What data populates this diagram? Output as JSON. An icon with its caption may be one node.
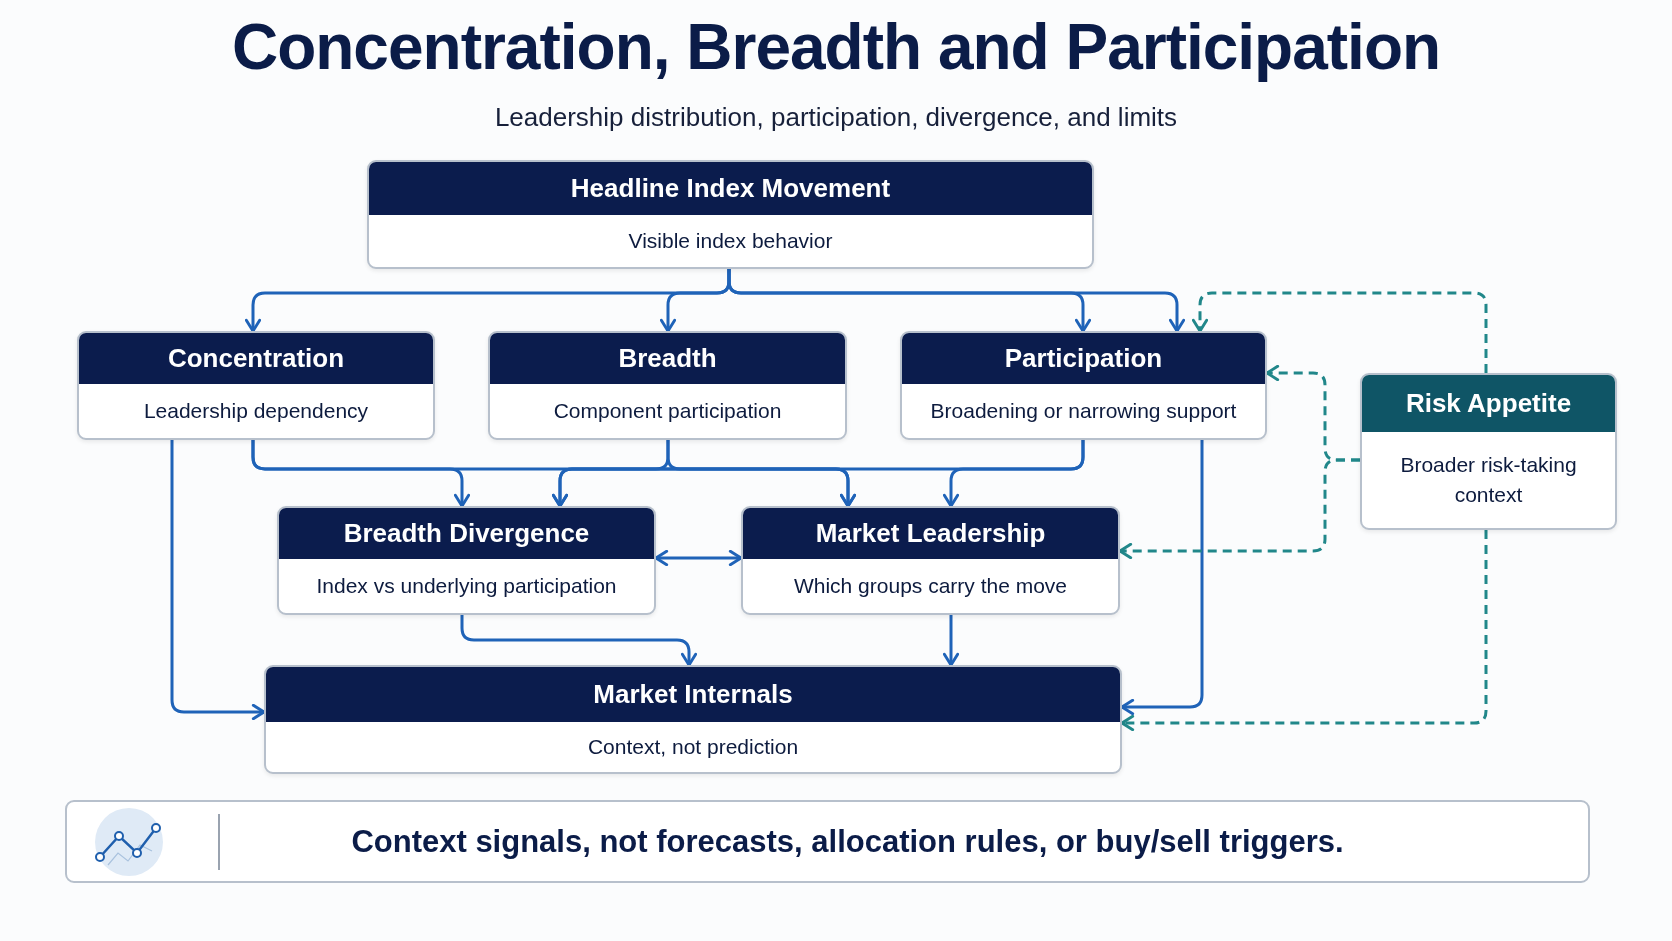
{
  "diagram": {
    "title": "Concentration, Breadth and Participation",
    "caption": "Leadership distribution, participation, divergence, and limits",
    "nodes": [
      {
        "text": [
          "Headline Index Movement",
          "Visible index behavior"
        ]
      },
      {
        "text": [
          "Concentration",
          "Leadership dependency"
        ]
      },
      {
        "text": [
          "Breadth",
          "Component participation"
        ]
      },
      {
        "text": [
          "Participation",
          "Broadening or narrowing support"
        ]
      },
      {
        "text": [
          "Risk Appetite",
          "Broader risk-taking context"
        ]
      },
      {
        "text": [
          "Breadth Divergence",
          "Index vs underlying participation"
        ]
      },
      {
        "text": [
          "Market Leadership",
          "Which groups carry the move"
        ]
      },
      {
        "text": [
          "Market Internals",
          "Context, not prediction"
        ]
      },
      {
        "text": [
          "Context signals, not forecasts, allocation rules, or buy/sell triggers."
        ]
      }
    ],
    "edges": [
      {
        "from": 0,
        "to": 1,
        "arrow": "to"
      },
      {
        "from": 0,
        "to": 2,
        "arrow": "to"
      },
      {
        "from": 0,
        "to": 3,
        "arrow": "to"
      },
      {
        "from": 0,
        "to": 3,
        "arrow": "to"
      },
      {
        "from": 4,
        "to": 3,
        "arrow": "to",
        "style": "dashed",
        "color": "#21878a"
      },
      {
        "from": 1,
        "to": 5,
        "arrow": "to"
      },
      {
        "from": 1,
        "to": 6,
        "arrow": "to"
      },
      {
        "from": 2,
        "to": 5,
        "arrow": "to"
      },
      {
        "from": 2,
        "to": 6,
        "arrow": "to"
      },
      {
        "from": 3,
        "to": 5,
        "arrow": "to"
      },
      {
        "from": 3,
        "to": 6,
        "arrow": "to"
      },
      {
        "from": 5,
        "to": 6,
        "arrow": "both"
      },
      {
        "from": 5,
        "to": 7,
        "arrow": "to"
      },
      {
        "from": 6,
        "to": 7,
        "arrow": "to"
      },
      {
        "from": 1,
        "to": 7,
        "arrow": "to"
      },
      {
        "from": 3,
        "to": 7,
        "arrow": "to"
      },
      {
        "from": 4,
        "to": 3,
        "arrow": "to",
        "style": "dashed",
        "color": "#21878a"
      },
      {
        "from": 4,
        "to": 6,
        "arrow": "to",
        "style": "dashed",
        "color": "#21878a"
      },
      {
        "from": 4,
        "to": 7,
        "arrow": "to",
        "style": "dashed",
        "color": "#21878a"
      }
    ]
  }
}
